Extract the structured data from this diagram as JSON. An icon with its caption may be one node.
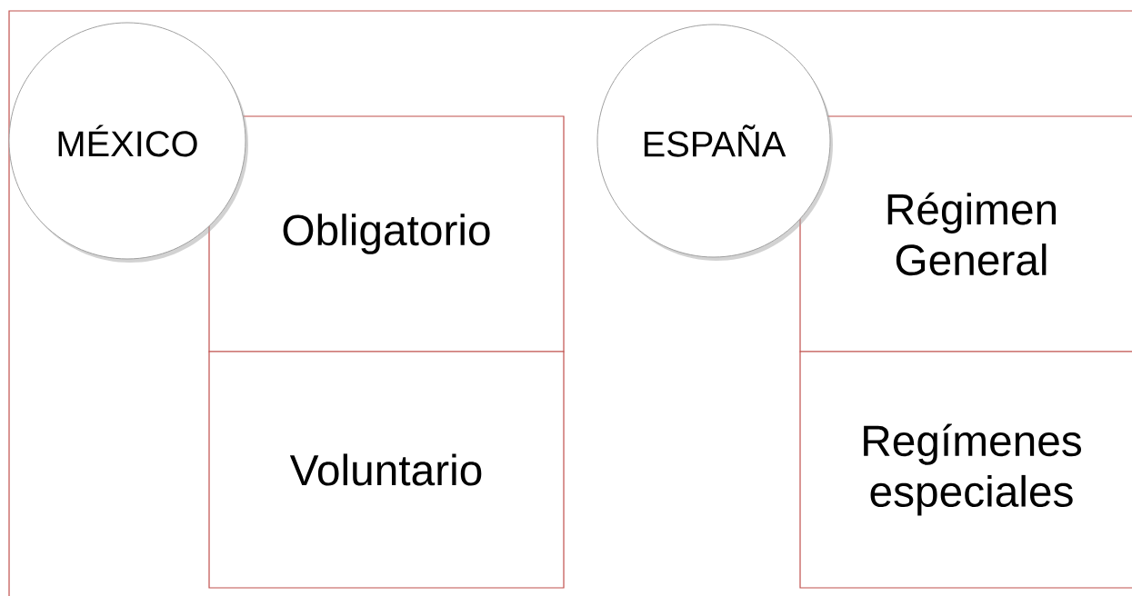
{
  "diagram": {
    "nodes": [
      {
        "text": [
          "MÉXICO"
        ]
      },
      {
        "text": [
          "Obligatorio"
        ]
      },
      {
        "text": [
          "Voluntario"
        ]
      },
      {
        "text": [
          "ESPAÑA"
        ]
      },
      {
        "text": [
          "Régimen General"
        ]
      },
      {
        "text": [
          "Regímenes especiales"
        ]
      }
    ]
  }
}
